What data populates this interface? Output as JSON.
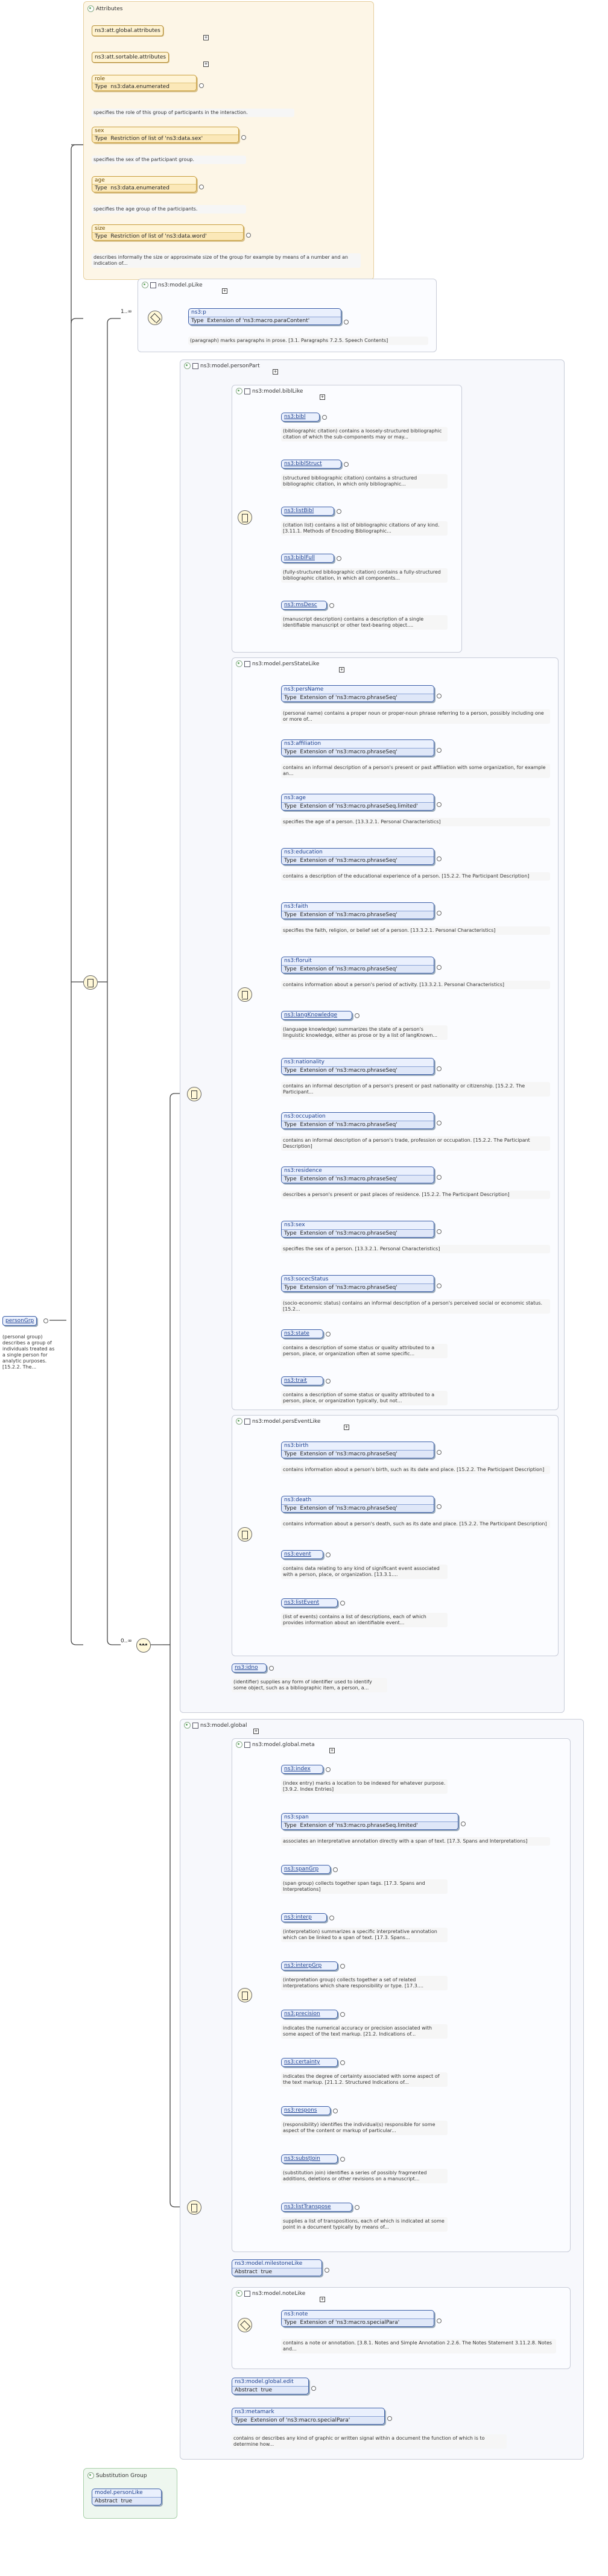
{
  "root": {
    "name": "personGrp",
    "desc": "(personal group) describes a group of individuals treated as a single person for analytic purposes. [15.2.2. The..."
  },
  "attributes": {
    "title": "Attributes",
    "refs": [
      "ns3:att.global.attributes",
      "ns3:att.sortable.attributes"
    ],
    "items": [
      {
        "name": "role",
        "type_label": "Type",
        "type": "ns3:data.enumerated",
        "desc": "specifies the role of this group of participants in the interaction."
      },
      {
        "name": "sex",
        "type_label": "Type",
        "type": "Restriction of list of 'ns3:data.sex'",
        "desc": "specifies the sex of the participant group."
      },
      {
        "name": "age",
        "type_label": "Type",
        "type": "ns3:data.enumerated",
        "desc": "specifies the age group of the participants."
      },
      {
        "name": "size",
        "type_label": "Type",
        "type": "Restriction of list of 'ns3:data.word'",
        "desc": "describes informally the size or approximate size of the group for example by means of a number and an indication of..."
      }
    ]
  },
  "pLike": {
    "title": "ns3:model.pLike",
    "card": "1..∞",
    "el": {
      "name": "ns3:p",
      "type_label": "Type",
      "type": "Extension of 'ns3:macro.paraContent'"
    },
    "desc": "(paragraph) marks paragraphs in prose. [3.1. Paragraphs 7.2.5. Speech Contents]"
  },
  "personPart": {
    "title": "ns3:model.personPart",
    "bibl": {
      "title": "ns3:model.biblLike",
      "items": [
        {
          "name": "ns3:bibl",
          "desc": "(bibliographic citation) contains a loosely-structured bibliographic citation of which the sub-components may or may..."
        },
        {
          "name": "ns3:biblStruct",
          "desc": "(structured bibliographic citation) contains a structured bibliographic citation, in which only bibliographic..."
        },
        {
          "name": "ns3:listBibl",
          "desc": "(citation list) contains a list of bibliographic citations of any kind. [3.11.1. Methods of Encoding Bibliographic..."
        },
        {
          "name": "ns3:biblFull",
          "desc": "(fully-structured bibliographic citation) contains a fully-structured bibliographic citation, in which all components..."
        },
        {
          "name": "ns3:msDesc",
          "desc": "(manuscript description) contains a description of a single identifiable manuscript or other text-bearing object...."
        }
      ]
    },
    "state": {
      "title": "ns3:model.persStateLike",
      "items": [
        {
          "name": "ns3:persName",
          "type_label": "Type",
          "type": "Extension of 'ns3:macro.phraseSeq'",
          "desc": "(personal name) contains a proper noun or proper-noun phrase referring to a person, possibly including one or more of..."
        },
        {
          "name": "ns3:affiliation",
          "type_label": "Type",
          "type": "Extension of 'ns3:macro.phraseSeq'",
          "desc": "contains an informal description of a person's present or past affiliation with some organization, for example an..."
        },
        {
          "name": "ns3:age",
          "type_label": "Type",
          "type": "Extension of 'ns3:macro.phraseSeq.limited'",
          "desc": "specifies the age of a person. [13.3.2.1. Personal Characteristics]"
        },
        {
          "name": "ns3:education",
          "type_label": "Type",
          "type": "Extension of 'ns3:macro.phraseSeq'",
          "desc": "contains a description of the educational experience of a person. [15.2.2. The Participant Description]"
        },
        {
          "name": "ns3:faith",
          "type_label": "Type",
          "type": "Extension of 'ns3:macro.phraseSeq'",
          "desc": "specifies the faith, religion, or belief set of a person. [13.3.2.1. Personal Characteristics]"
        },
        {
          "name": "ns3:floruit",
          "type_label": "Type",
          "type": "Extension of 'ns3:macro.phraseSeq'",
          "desc": "contains information about a person's period of activity. [13.3.2.1. Personal Characteristics]"
        },
        {
          "name": "ns3:langKnowledge",
          "desc": "(language knowledge) summarizes the state of a person's linguistic knowledge, either as prose or by a list of langKnown..."
        },
        {
          "name": "ns3:nationality",
          "type_label": "Type",
          "type": "Extension of 'ns3:macro.phraseSeq'",
          "desc": "contains an informal description of a person's present or past nationality or citizenship. [15.2.2. The Participant..."
        },
        {
          "name": "ns3:occupation",
          "type_label": "Type",
          "type": "Extension of 'ns3:macro.phraseSeq'",
          "desc": "contains an informal description of a person's trade, profession or occupation. [15.2.2. The Participant Description]"
        },
        {
          "name": "ns3:residence",
          "type_label": "Type",
          "type": "Extension of 'ns3:macro.phraseSeq'",
          "desc": "describes a person's present or past places of residence. [15.2.2. The Participant Description]"
        },
        {
          "name": "ns3:sex",
          "type_label": "Type",
          "type": "Extension of 'ns3:macro.phraseSeq'",
          "desc": "specifies the sex of a person. [13.3.2.1. Personal Characteristics]"
        },
        {
          "name": "ns3:socecStatus",
          "type_label": "Type",
          "type": "Extension of 'ns3:macro.phraseSeq'",
          "desc": "(socio-economic status) contains an informal description of a person's perceived social or economic status. [15.2..."
        },
        {
          "name": "ns3:state",
          "desc": "contains a description of some status or quality attributed to a person, place, or organization often at some specific..."
        },
        {
          "name": "ns3:trait",
          "desc": "contains a description of some status or quality attributed to a person, place, or organization typically, but not..."
        }
      ]
    },
    "event": {
      "title": "ns3:model.persEventLike",
      "items": [
        {
          "name": "ns3:birth",
          "type_label": "Type",
          "type": "Extension of 'ns3:macro.phraseSeq'",
          "desc": "contains information about a person's birth, such as its date and place. [15.2.2. The Participant Description]"
        },
        {
          "name": "ns3:death",
          "type_label": "Type",
          "type": "Extension of 'ns3:macro.phraseSeq'",
          "desc": "contains information about a person's death, such as its date and place. [15.2.2. The Participant Description]"
        },
        {
          "name": "ns3:event",
          "desc": "contains data relating to any kind of significant event associated with a person, place, or organization. [13.3.1...."
        },
        {
          "name": "ns3:listEvent",
          "desc": "(list of events) contains a list of descriptions, each of which provides information about an identifiable event..."
        }
      ]
    },
    "idno": {
      "name": "ns3:idno",
      "desc": "(identifier) supplies any form of identifier used to identify some object, such as a bibliographic item, a person, a..."
    }
  },
  "seqCard": "0..∞",
  "global": {
    "title": "ns3:model.global",
    "meta": {
      "title": "ns3:model.global.meta",
      "items": [
        {
          "name": "ns3:index",
          "desc": "(index entry) marks a location to be indexed for whatever purpose. [3.9.2. Index Entries]"
        },
        {
          "name": "ns3:span",
          "type_label": "Type",
          "type": "Extension of 'ns3:macro.phraseSeq.limited'",
          "desc": "associates an interpretative annotation directly with a span of text. [17.3. Spans and Interpretations]"
        },
        {
          "name": "ns3:spanGrp",
          "desc": "(span group) collects together span tags. [17.3. Spans and Interpretations]"
        },
        {
          "name": "ns3:interp",
          "desc": "(interpretation) summarizes a specific interpretative annotation which can be linked to a span of text. [17.3. Spans..."
        },
        {
          "name": "ns3:interpGrp",
          "desc": "(interpretation group) collects together a set of related interpretations which share responsibility or type. [17.3...."
        },
        {
          "name": "ns3:precision",
          "desc": "indicates the numerical accuracy or precision associated with some aspect of the text markup. [21.2. Indications of..."
        },
        {
          "name": "ns3:certainty",
          "desc": "indicates the degree of certainty associated with some aspect of the text markup. [21.1.2. Structured Indications of..."
        },
        {
          "name": "ns3:respons",
          "desc": "(responsibility) identifies the individual(s) responsible for some aspect of the content or markup of particular..."
        },
        {
          "name": "ns3:substJoin",
          "desc": "(substitution join) identifies a series of possibly fragmented additions, deletions or other revisions on a manuscript..."
        },
        {
          "name": "ns3:listTranspose",
          "desc": "supplies a list of transpositions, each of which is indicated at some point in a document typically by means of..."
        }
      ]
    },
    "milestone": {
      "name": "ns3:model.milestoneLike",
      "abstract_label": "Abstract",
      "abstract": "true"
    },
    "note": {
      "title": "ns3:model.noteLike",
      "el": {
        "name": "ns3:note",
        "type_label": "Type",
        "type": "Extension of 'ns3:macro.specialPara'",
        "desc": "contains a note or annotation. [3.8.1. Notes and Simple Annotation 2.2.6. The Notes Statement 3.11.2.8. Notes and..."
      }
    },
    "edit": {
      "name": "ns3:model.global.edit",
      "abstract_label": "Abstract",
      "abstract": "true"
    },
    "metamark": {
      "name": "ns3:metamark",
      "type_label": "Type",
      "type": "Extension of 'ns3:macro.specialPara'",
      "desc": "contains or describes any kind of graphic or written signal within a document the function of which is to determine how..."
    }
  },
  "substitution": {
    "title": "Substitution Group",
    "name": "model.personLike",
    "abstract_label": "Abstract",
    "abstract": "true"
  }
}
